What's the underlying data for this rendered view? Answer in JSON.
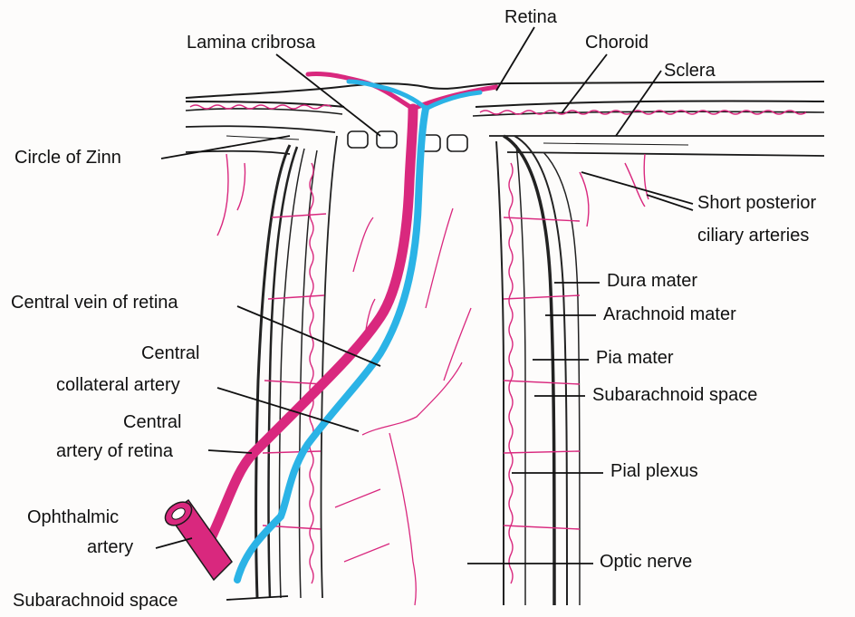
{
  "colors": {
    "artery": "#d9287e",
    "vein": "#2bb3e6",
    "outline": "#1a1a1a",
    "dura": "#222222",
    "vessel": "#d9287e"
  },
  "labels": {
    "lamina_cribrosa": "Lamina cribrosa",
    "retina": "Retina",
    "choroid": "Choroid",
    "sclera": "Sclera",
    "circle_of_zinn": "Circle of Zinn",
    "short_posterior_line1": "Short posterior",
    "short_posterior_line2": "ciliary arteries",
    "dura_mater": "Dura mater",
    "arachnoid_mater": "Arachnoid mater",
    "pia_mater": "Pia mater",
    "subarachnoid_space_right": "Subarachnoid space",
    "pial_plexus": "Pial plexus",
    "optic_nerve": "Optic nerve",
    "central_vein": "Central vein of retina",
    "central_collateral_line1": "Central",
    "central_collateral_line2": "collateral artery",
    "central_artery_line1": "Central",
    "central_artery_line2": "artery of retina",
    "ophthalmic_line1": "Ophthalmic",
    "ophthalmic_line2": "artery",
    "subarachnoid_space_left": "Subarachnoid space"
  }
}
